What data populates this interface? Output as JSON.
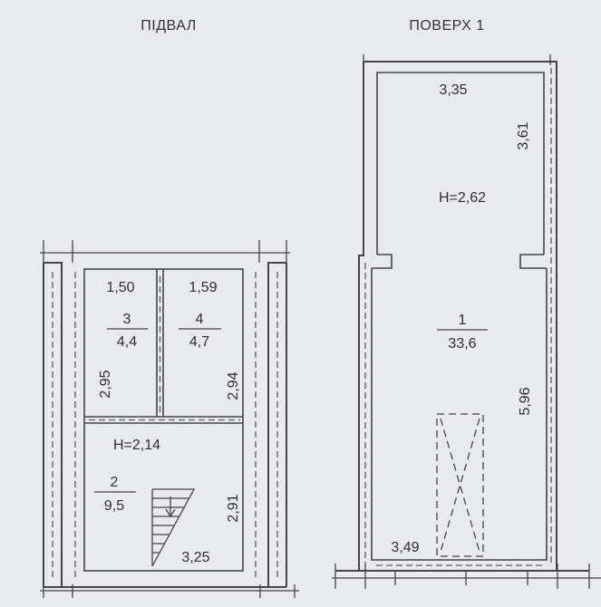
{
  "titles": {
    "basement": "ПІДВАЛ",
    "floor1": "ПОВЕРХ 1"
  },
  "basement": {
    "room3": {
      "width": "1,50",
      "number": "3",
      "area": "4,4",
      "length": "2,95"
    },
    "room4": {
      "width": "1,59",
      "number": "4",
      "area": "4,7",
      "length": "2,94"
    },
    "room2": {
      "height": "H=2,14",
      "number": "2",
      "area": "9,5",
      "length": "2,91",
      "width": "3,25"
    }
  },
  "floor1": {
    "upper": {
      "width": "3,35",
      "length": "3,61",
      "height": "H=2,62"
    },
    "room1": {
      "number": "1",
      "area": "33,6",
      "length": "5,96",
      "width": "3,49"
    }
  }
}
